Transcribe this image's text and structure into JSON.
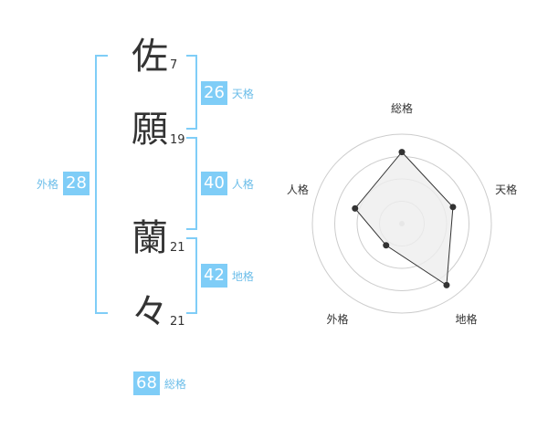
{
  "name": {
    "chars": [
      {
        "char": "佐",
        "strokes": "7"
      },
      {
        "char": "願",
        "strokes": "19"
      },
      {
        "char": "蘭",
        "strokes": "21"
      },
      {
        "char": "々",
        "strokes": "21"
      }
    ]
  },
  "scores": {
    "tenkaku": {
      "value": "26",
      "label": "天格"
    },
    "jinkaku": {
      "value": "40",
      "label": "人格"
    },
    "chikaku": {
      "value": "42",
      "label": "地格"
    },
    "gaikaku": {
      "value": "28",
      "label": "外格"
    },
    "soukaku": {
      "value": "68",
      "label": "総格"
    }
  },
  "chart_data": {
    "type": "radar",
    "axes": [
      "総格",
      "天格",
      "地格",
      "外格",
      "人格"
    ],
    "values": [
      0.8,
      0.6,
      0.85,
      0.3,
      0.55
    ],
    "rings": 4,
    "colors": {
      "accent": "#7fcdf7",
      "fill": "#eeeeee",
      "line": "#333333",
      "grid": "#cccccc"
    }
  }
}
